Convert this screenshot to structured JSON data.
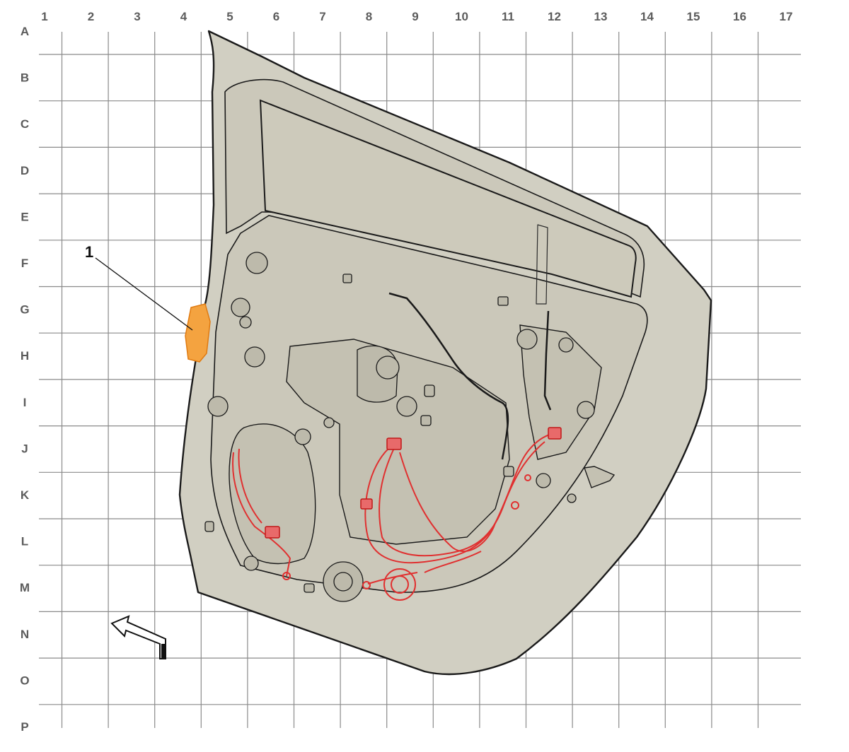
{
  "grid": {
    "columns": [
      "1",
      "2",
      "3",
      "4",
      "5",
      "6",
      "7",
      "8",
      "9",
      "10",
      "11",
      "12",
      "13",
      "14",
      "15",
      "16",
      "17"
    ],
    "rows": [
      "A",
      "B",
      "C",
      "D",
      "E",
      "F",
      "G",
      "H",
      "I",
      "J",
      "K",
      "L",
      "M",
      "N",
      "O",
      "P"
    ]
  },
  "callouts": [
    {
      "label": "1"
    }
  ],
  "colors": {
    "grid": "#8a8a8a",
    "panel": "#d1cfc2",
    "wiring": "#e03030",
    "highlighted_part": "#f4a340",
    "labels": "#5c5c5c"
  }
}
